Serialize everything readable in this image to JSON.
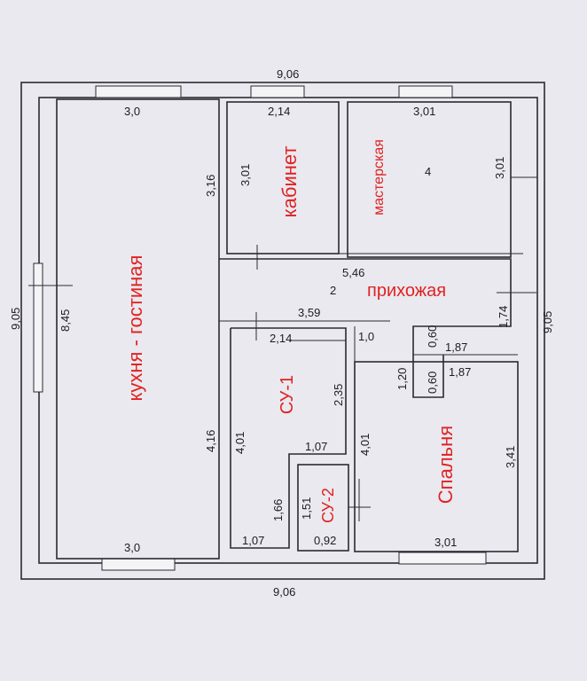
{
  "overall": {
    "top_width": "9,06",
    "bottom_width": "9,06",
    "left_height": "9,05",
    "right_height": "9,05"
  },
  "rooms": {
    "kitchen": {
      "label": "кухня - гостиная",
      "dims": [
        "3,0",
        "8,45",
        "4,16",
        "3,0",
        "3,16"
      ]
    },
    "office": {
      "label": "кабинет",
      "dims": [
        "2,14",
        "3,01"
      ]
    },
    "workshop": {
      "label": "мастерская",
      "number": "4",
      "dims": [
        "3,01",
        "3,01"
      ]
    },
    "hallway": {
      "label": "прихожая",
      "number": "2",
      "dims": [
        "5,46",
        "3,59",
        "1,74",
        "1,0",
        "0,60",
        "1,87",
        "1,20",
        "0,60",
        "1,87"
      ]
    },
    "bath1": {
      "label": "СУ-1",
      "dims": [
        "2,14",
        "2,35",
        "4,01",
        "1,07",
        "1,66",
        "1,07"
      ]
    },
    "bath2": {
      "label": "СУ-2",
      "dims": [
        "1,51",
        "0,92"
      ]
    },
    "bedroom": {
      "label": "Спальня",
      "dims": [
        "4,01",
        "3,41",
        "3,01"
      ]
    }
  }
}
